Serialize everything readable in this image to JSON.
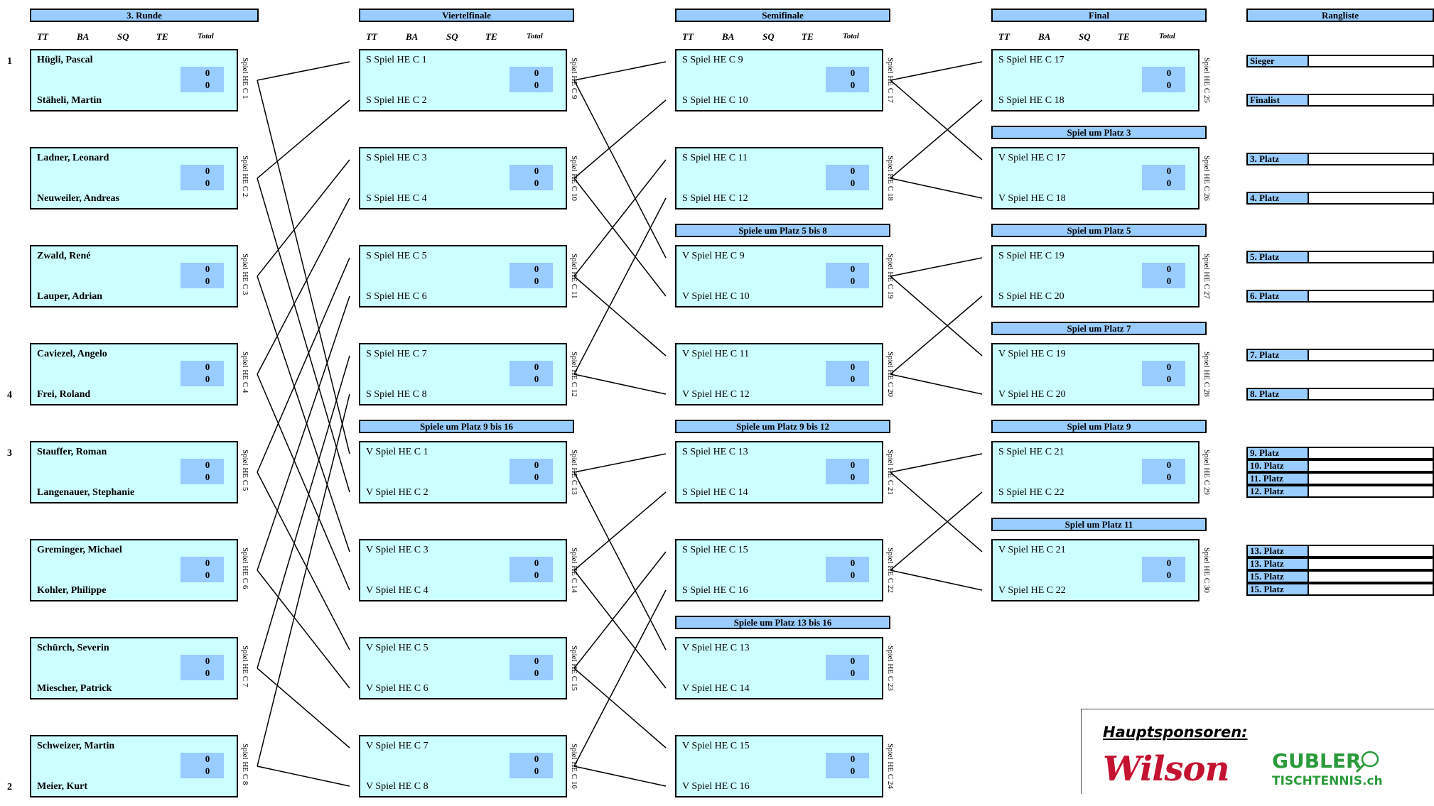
{
  "headers": {
    "round3": "3. Runde",
    "quarter": "Viertelfinale",
    "semi": "Semifinale",
    "final": "Final",
    "ranking": "Rangliste",
    "p9_16": "Spiele um Platz 9 bis 16",
    "p5_8": "Spiele um Platz 5 bis 8",
    "p9_12": "Spiele um Platz 9 bis 12",
    "p13_16": "Spiele um Platz 13 bis 16",
    "p3": "Spiel um Platz 3",
    "p5": "Spiel um Platz 5",
    "p7": "Spiel um Platz 7",
    "p9": "Spiel um Platz 9",
    "p11": "Spiel um Platz 11"
  },
  "columns": [
    "TT",
    "BA",
    "SQ",
    "TE",
    "Total"
  ],
  "round3": [
    {
      "seed_top": "1",
      "top": "Hügli, Pascal",
      "bottom": "Stäheli, Martin",
      "seed_bottom": "",
      "s1": "0",
      "s2": "0",
      "label": "Spiel HE C 1"
    },
    {
      "seed_top": "",
      "top": "Ladner, Leonard",
      "bottom": "Neuweiler, Andreas",
      "seed_bottom": "",
      "s1": "0",
      "s2": "0",
      "label": "Spiel HE C 2"
    },
    {
      "seed_top": "",
      "top": "Zwald, René",
      "bottom": "Lauper, Adrian",
      "seed_bottom": "",
      "s1": "0",
      "s2": "0",
      "label": "Spiel HE C 3"
    },
    {
      "seed_top": "",
      "top": "Caviezel, Angelo",
      "bottom": "Frei, Roland",
      "seed_bottom": "4",
      "s1": "0",
      "s2": "0",
      "label": "Spiel HE C 4"
    },
    {
      "seed_top": "3",
      "top": "Stauffer, Roman",
      "bottom": "Langenauer, Stephanie",
      "seed_bottom": "",
      "s1": "0",
      "s2": "0",
      "label": "Spiel HE C 5"
    },
    {
      "seed_top": "",
      "top": "Greminger, Michael",
      "bottom": "Kohler, Philippe",
      "seed_bottom": "",
      "s1": "0",
      "s2": "0",
      "label": "Spiel HE C 6"
    },
    {
      "seed_top": "",
      "top": "Schürch, Severin",
      "bottom": "Miescher, Patrick",
      "seed_bottom": "",
      "s1": "0",
      "s2": "0",
      "label": "Spiel HE C 7"
    },
    {
      "seed_top": "",
      "top": "Schweizer, Martin",
      "bottom": "Meier, Kurt",
      "seed_bottom": "2",
      "s1": "0",
      "s2": "0",
      "label": "Spiel HE C 8"
    }
  ],
  "quarter": [
    {
      "top": "S Spiel HE C 1",
      "bottom": "S Spiel HE C 2",
      "s1": "0",
      "s2": "0",
      "label": "Spiel HE C 9"
    },
    {
      "top": "S Spiel HE C 3",
      "bottom": "S Spiel HE C 4",
      "s1": "0",
      "s2": "0",
      "label": "Spiel HE C 10"
    },
    {
      "top": "S Spiel HE C 5",
      "bottom": "S Spiel HE C 6",
      "s1": "0",
      "s2": "0",
      "label": "Spiel HE C 11"
    },
    {
      "top": "S Spiel HE C 7",
      "bottom": "S Spiel HE C 8",
      "s1": "0",
      "s2": "0",
      "label": "Spiel HE C 12"
    },
    {
      "top": "V Spiel HE C 1",
      "bottom": "V Spiel HE C 2",
      "s1": "0",
      "s2": "0",
      "label": "Spiel HE C 13"
    },
    {
      "top": "V Spiel HE C 3",
      "bottom": "V Spiel HE C 4",
      "s1": "0",
      "s2": "0",
      "label": "Spiel HE C 14"
    },
    {
      "top": "V Spiel HE C 5",
      "bottom": "V Spiel HE C 6",
      "s1": "0",
      "s2": "0",
      "label": "Spiel HE C 15"
    },
    {
      "top": "V Spiel HE C 7",
      "bottom": "V Spiel HE C 8",
      "s1": "0",
      "s2": "0",
      "label": "Spiel HE C 16"
    }
  ],
  "semi": [
    {
      "top": "S Spiel HE C 9",
      "bottom": "S Spiel HE C 10",
      "s1": "0",
      "s2": "0",
      "label": "Spiel HE C 17"
    },
    {
      "top": "S Spiel HE C 11",
      "bottom": "S Spiel HE C 12",
      "s1": "0",
      "s2": "0",
      "label": "Spiel HE C 18"
    },
    {
      "top": "V Spiel HE C 9",
      "bottom": "V Spiel HE C 10",
      "s1": "0",
      "s2": "0",
      "label": "Spiel HE C 19"
    },
    {
      "top": "V Spiel HE C 11",
      "bottom": "V Spiel HE C 12",
      "s1": "0",
      "s2": "0",
      "label": "Spiel HE C 20"
    },
    {
      "top": "S Spiel HE C 13",
      "bottom": "S Spiel HE C 14",
      "s1": "0",
      "s2": "0",
      "label": "Spiel HE C 21"
    },
    {
      "top": "S Spiel HE C 15",
      "bottom": "S Spiel HE C 16",
      "s1": "0",
      "s2": "0",
      "label": "Spiel HE C 22"
    },
    {
      "top": "V Spiel HE C 13",
      "bottom": "V Spiel HE C 14",
      "s1": "0",
      "s2": "0",
      "label": "Spiel HE C 23"
    },
    {
      "top": "V Spiel HE C 15",
      "bottom": "V Spiel HE C 16",
      "s1": "0",
      "s2": "0",
      "label": "Spiel HE C 24"
    }
  ],
  "final": [
    {
      "top": "S Spiel HE C 17",
      "bottom": "S Spiel HE C 18",
      "s1": "0",
      "s2": "0",
      "label": "Spiel HE C 25"
    },
    {
      "top": "V Spiel HE C 17",
      "bottom": "V Spiel HE C 18",
      "s1": "0",
      "s2": "0",
      "label": "Spiel HE C 26"
    },
    {
      "top": "S Spiel HE C 19",
      "bottom": "S Spiel HE C 20",
      "s1": "0",
      "s2": "0",
      "label": "Spiel HE C 27"
    },
    {
      "top": "V Spiel HE C 19",
      "bottom": "V Spiel HE C 20",
      "s1": "0",
      "s2": "0",
      "label": "Spiel HE C 28"
    },
    {
      "top": "S Spiel HE C 21",
      "bottom": "S Spiel HE C 22",
      "s1": "0",
      "s2": "0",
      "label": "Spiel HE C 29"
    },
    {
      "top": "V Spiel HE C 21",
      "bottom": "V Spiel HE C 22",
      "s1": "0",
      "s2": "0",
      "label": "Spiel HE C 30"
    }
  ],
  "ranking": [
    "Sieger",
    "Finalist",
    "3. Platz",
    "4. Platz",
    "5. Platz",
    "6. Platz",
    "7. Platz",
    "8. Platz",
    "9. Platz",
    "10. Platz",
    "11. Platz",
    "12. Platz",
    "13. Platz",
    "13. Platz",
    "15. Platz",
    "15. Platz"
  ],
  "sponsors": {
    "title": "Hauptsponsoren:",
    "brand1": "Wilson",
    "brand2_top": "GUBLER",
    "brand2_bottom": "TISCHTENNIS.ch",
    "brand1_color": "#c41230",
    "brand2_color": "#2a9a3a"
  },
  "colors": {
    "box_fill": "#ccffff",
    "header_fill": "#99ccff"
  }
}
